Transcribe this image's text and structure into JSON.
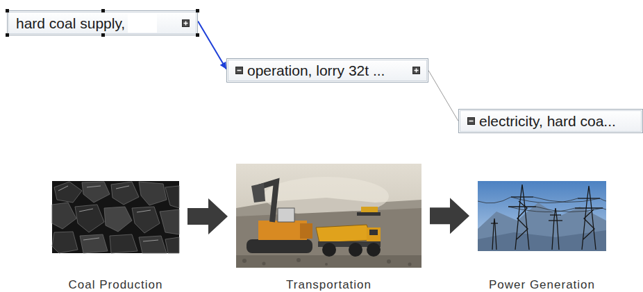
{
  "diagram": {
    "nodes": [
      {
        "text": [
          "hard coal supply,"
        ]
      },
      {
        "text": [
          "operation, lorry 32t ..."
        ]
      },
      {
        "text": [
          "electricity, hard coa..."
        ]
      },
      {
        "text": [
          "Coal Production"
        ]
      },
      {
        "text": [
          "Transportation"
        ]
      },
      {
        "text": [
          "Power Generation"
        ]
      }
    ],
    "edges": [
      {
        "from": 0,
        "to": 1,
        "arrow": "to"
      },
      {
        "from": 1,
        "to": 2,
        "arrow": "none"
      },
      {
        "from": 3,
        "to": 4,
        "arrow": "to"
      },
      {
        "from": 4,
        "to": 5,
        "arrow": "to"
      }
    ]
  }
}
